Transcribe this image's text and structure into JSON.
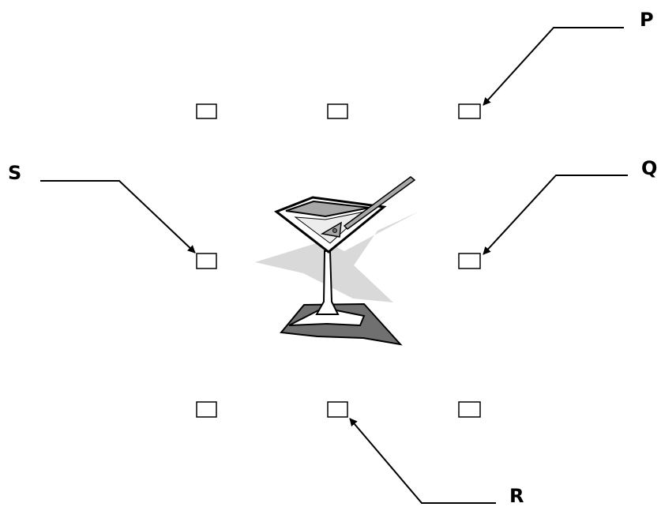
{
  "labels": {
    "p": "P",
    "q": "Q",
    "r": "R",
    "s": "S"
  },
  "handles": [
    {
      "id": "top-left"
    },
    {
      "id": "top-center"
    },
    {
      "id": "top-right"
    },
    {
      "id": "middle-left"
    },
    {
      "id": "middle-right"
    },
    {
      "id": "bottom-left"
    },
    {
      "id": "bottom-center"
    },
    {
      "id": "bottom-right"
    }
  ],
  "callouts": [
    {
      "label": "P",
      "target": "top-right"
    },
    {
      "label": "Q",
      "target": "middle-right"
    },
    {
      "label": "R",
      "target": "bottom-center"
    },
    {
      "label": "S",
      "target": "middle-left"
    }
  ],
  "image": {
    "subject": "martini-glass-clipart"
  },
  "colors": {
    "line": "#000000",
    "shadow_light": "#d9d9d9",
    "base_dark": "#707070",
    "glass_gray": "#a8a8a8",
    "background": "#ffffff"
  }
}
